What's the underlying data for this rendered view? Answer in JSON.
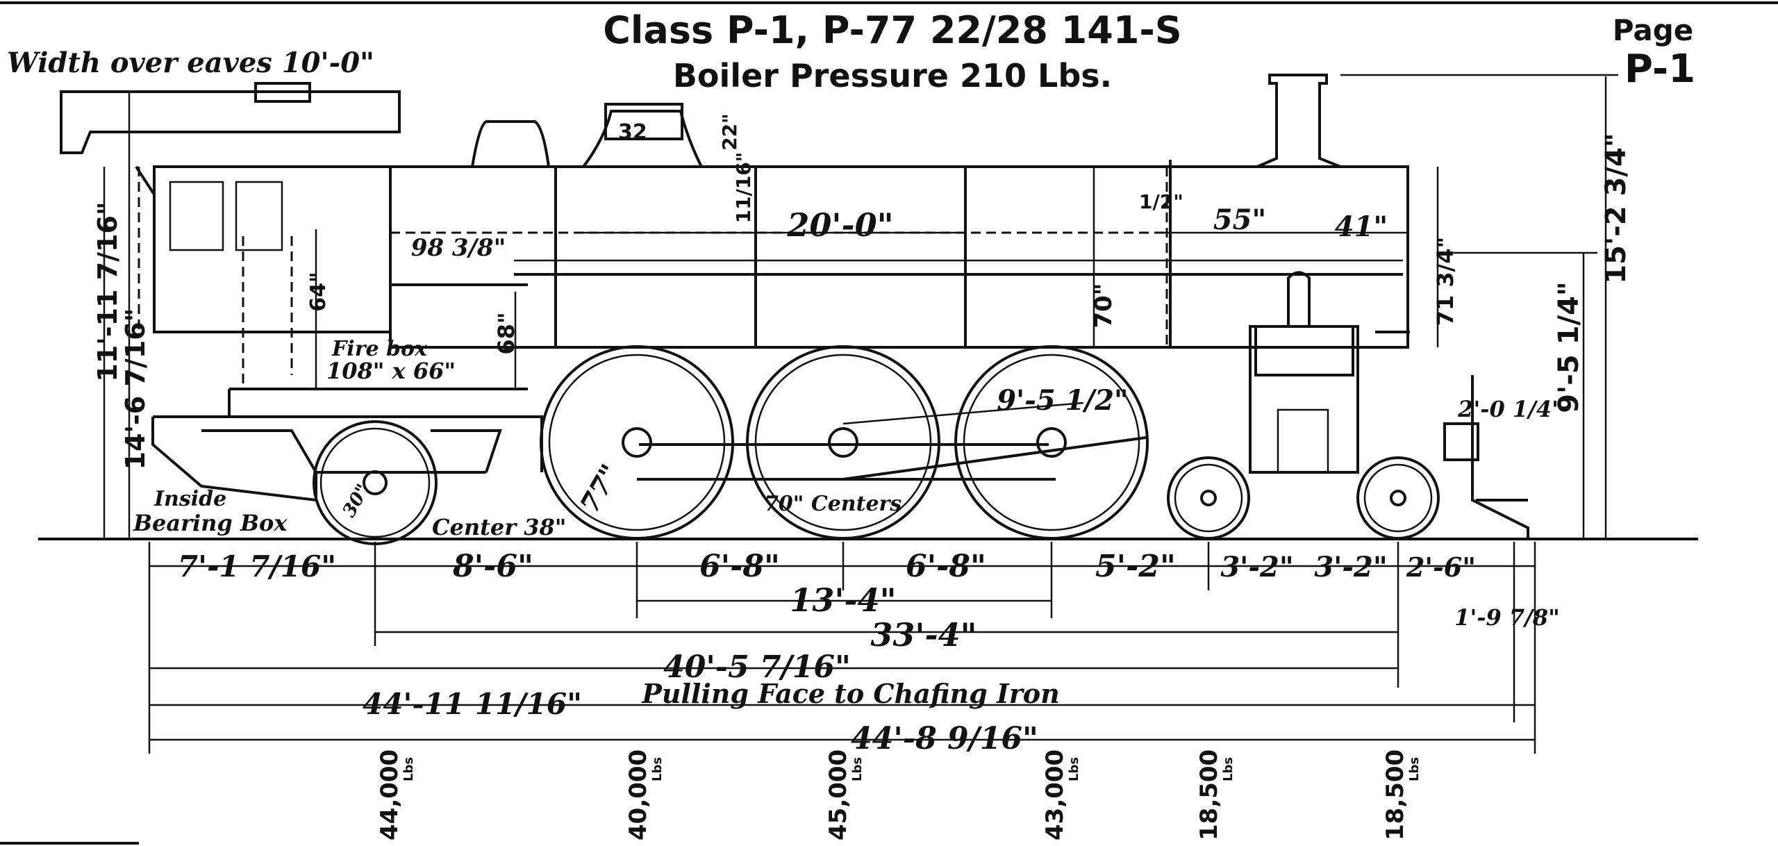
{
  "header": {
    "class_line": "Class P-1, P-77 22/28 141-S",
    "pressure_line": "Boiler Pressure 210 Lbs.",
    "page_label": "Page",
    "page_id": "P-1"
  },
  "notes": {
    "width_over_eaves": "Width over eaves 10'-0\"",
    "firebox": "Fire box",
    "firebox_size": "108\" x 66\"",
    "inside_bearing_1": "Inside",
    "inside_bearing_2": "Bearing Box",
    "center_38": "Center 38\"",
    "centers_70": "70\" Centers",
    "pulling_face": "Pulling Face to Chafing Iron"
  },
  "dims": {
    "boiler_20": "20'-0\"",
    "d55": "55\"",
    "d41": "41\"",
    "d98": "98 3/8\"",
    "d70": "70\"",
    "d68": "68\"",
    "d71": "71 3/4\"",
    "d64": "64\"",
    "wheel_77": "77\"",
    "wheel_30": "30\"",
    "d32": "32",
    "d22": "22\"",
    "d11_16": "11/16\"",
    "d2_0_1_4": "2'-0 1/4\"",
    "d9_5_1_2": "9'-5 1/2\"",
    "h15_2_3_4": "15'-2 3/4\"",
    "h11_11_7_16": "11'-11 7/16\"",
    "h14_6_7_16": "14'-6 7/16\"",
    "h9_5_1_4": "9'-5 1/4\"",
    "h_half": "1/2\"",
    "s7_1_7_16": "7'-1 7/16\"",
    "s8_6": "8'-6\"",
    "s6_8_a": "6'-8\"",
    "s6_8_b": "6'-8\"",
    "s5_2": "5'-2\"",
    "s3_2_a": "3'-2\"",
    "s3_2_b": "3'-2\"",
    "s2_6": "2'-6\"",
    "s1_9_7_8": "1'-9 7/8\"",
    "s13_4": "13'-4\"",
    "s33_4": "33'-4\"",
    "s40_5_7_16": "40'-5 7/16\"",
    "s44_11_11_16": "44'-11 11/16\"",
    "s44_8_9_16": "44'-8 9/16\""
  },
  "axle_loads": [
    {
      "value": "44,000",
      "unit": "Lbs"
    },
    {
      "value": "40,000",
      "unit": "Lbs"
    },
    {
      "value": "45,000",
      "unit": "Lbs"
    },
    {
      "value": "43,000",
      "unit": "Lbs"
    },
    {
      "value": "18,500",
      "unit": "Lbs"
    },
    {
      "value": "18,500",
      "unit": "Lbs"
    }
  ],
  "colors": {
    "ink": "#111111",
    "paper": "#ffffff"
  }
}
